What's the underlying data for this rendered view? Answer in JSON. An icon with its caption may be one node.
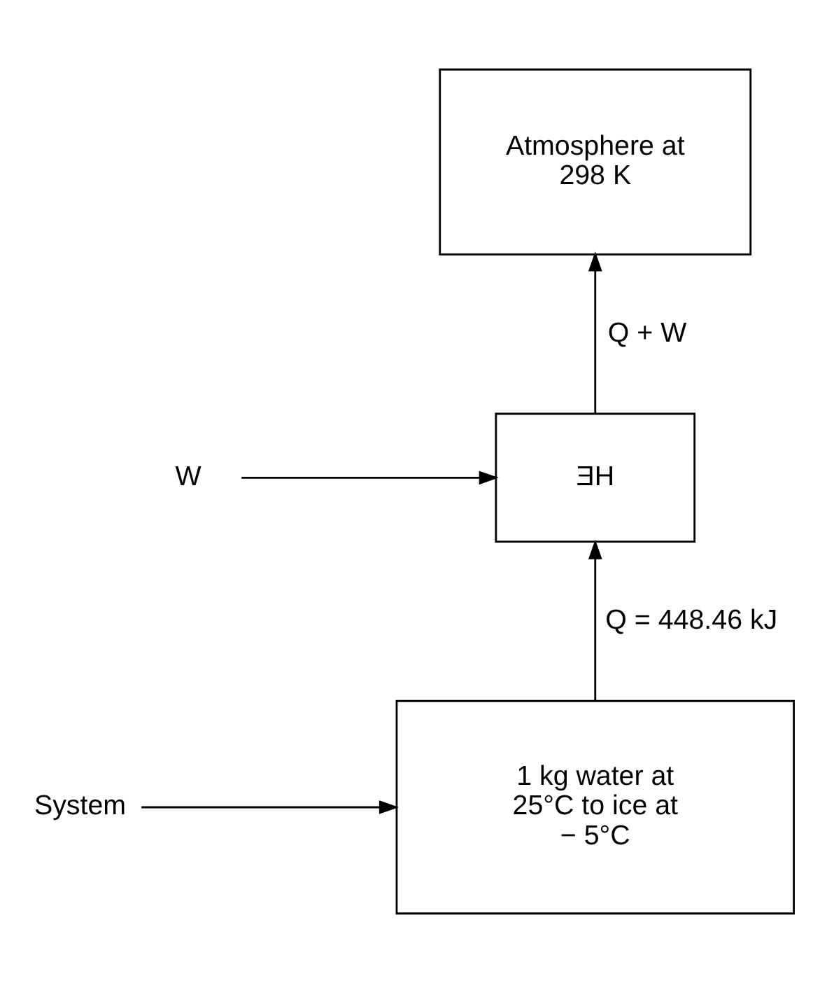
{
  "diagram": {
    "nodes": [
      {
        "text": [
          "Atmosphere at 298 K"
        ]
      },
      {
        "text": [
          "ƎH"
        ]
      },
      {
        "text": [
          "W"
        ]
      },
      {
        "text": [
          "1 kg water at 25°C to ice at − 5°C"
        ]
      },
      {
        "text": [
          "System"
        ]
      }
    ],
    "edges": [
      {
        "from": 1,
        "to": 0,
        "arrow": "to",
        "label": "Q + W"
      },
      {
        "from": 2,
        "to": 1,
        "arrow": "to"
      },
      {
        "from": 3,
        "to": 1,
        "arrow": "to",
        "label": "Q = 448.46 kJ"
      },
      {
        "from": 4,
        "to": 3,
        "arrow": "to"
      }
    ]
  }
}
